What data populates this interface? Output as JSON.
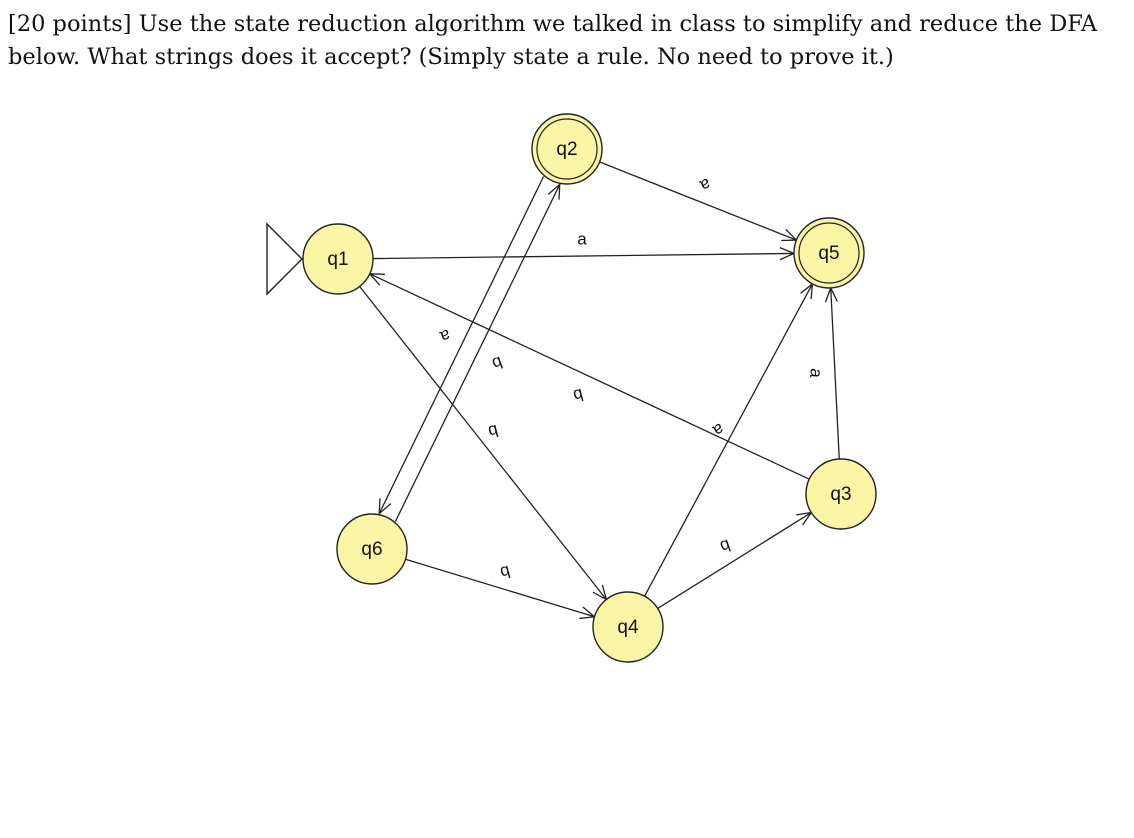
{
  "question": {
    "text": "[20 points]  Use the state reduction algorithm we talked in class to simplify and reduce the DFA\nbelow.  What strings does it accept?  (Simply state a rule.  No need to prove it.)"
  },
  "dfa": {
    "start_state": "q1",
    "states": [
      {
        "id": "q1",
        "label": "q1",
        "accepting": false
      },
      {
        "id": "q2",
        "label": "q2",
        "accepting": true
      },
      {
        "id": "q3",
        "label": "q3",
        "accepting": false
      },
      {
        "id": "q4",
        "label": "q4",
        "accepting": false
      },
      {
        "id": "q5",
        "label": "q5",
        "accepting": true
      },
      {
        "id": "q6",
        "label": "q6",
        "accepting": false
      }
    ],
    "transitions": [
      {
        "from": "q1",
        "to": "q5",
        "symbol": "a"
      },
      {
        "from": "q1",
        "to": "q4",
        "symbol": "b"
      },
      {
        "from": "q2",
        "to": "q5",
        "symbol": "a"
      },
      {
        "from": "q2",
        "to": "q6",
        "symbol": "b"
      },
      {
        "from": "q6",
        "to": "q2",
        "symbol": "a"
      },
      {
        "from": "q6",
        "to": "q4",
        "symbol": "b"
      },
      {
        "from": "q4",
        "to": "q5",
        "symbol": "a"
      },
      {
        "from": "q4",
        "to": "q3",
        "symbol": "b"
      },
      {
        "from": "q3",
        "to": "q5",
        "symbol": "a"
      },
      {
        "from": "q3",
        "to": "q1",
        "symbol": "b"
      }
    ]
  }
}
